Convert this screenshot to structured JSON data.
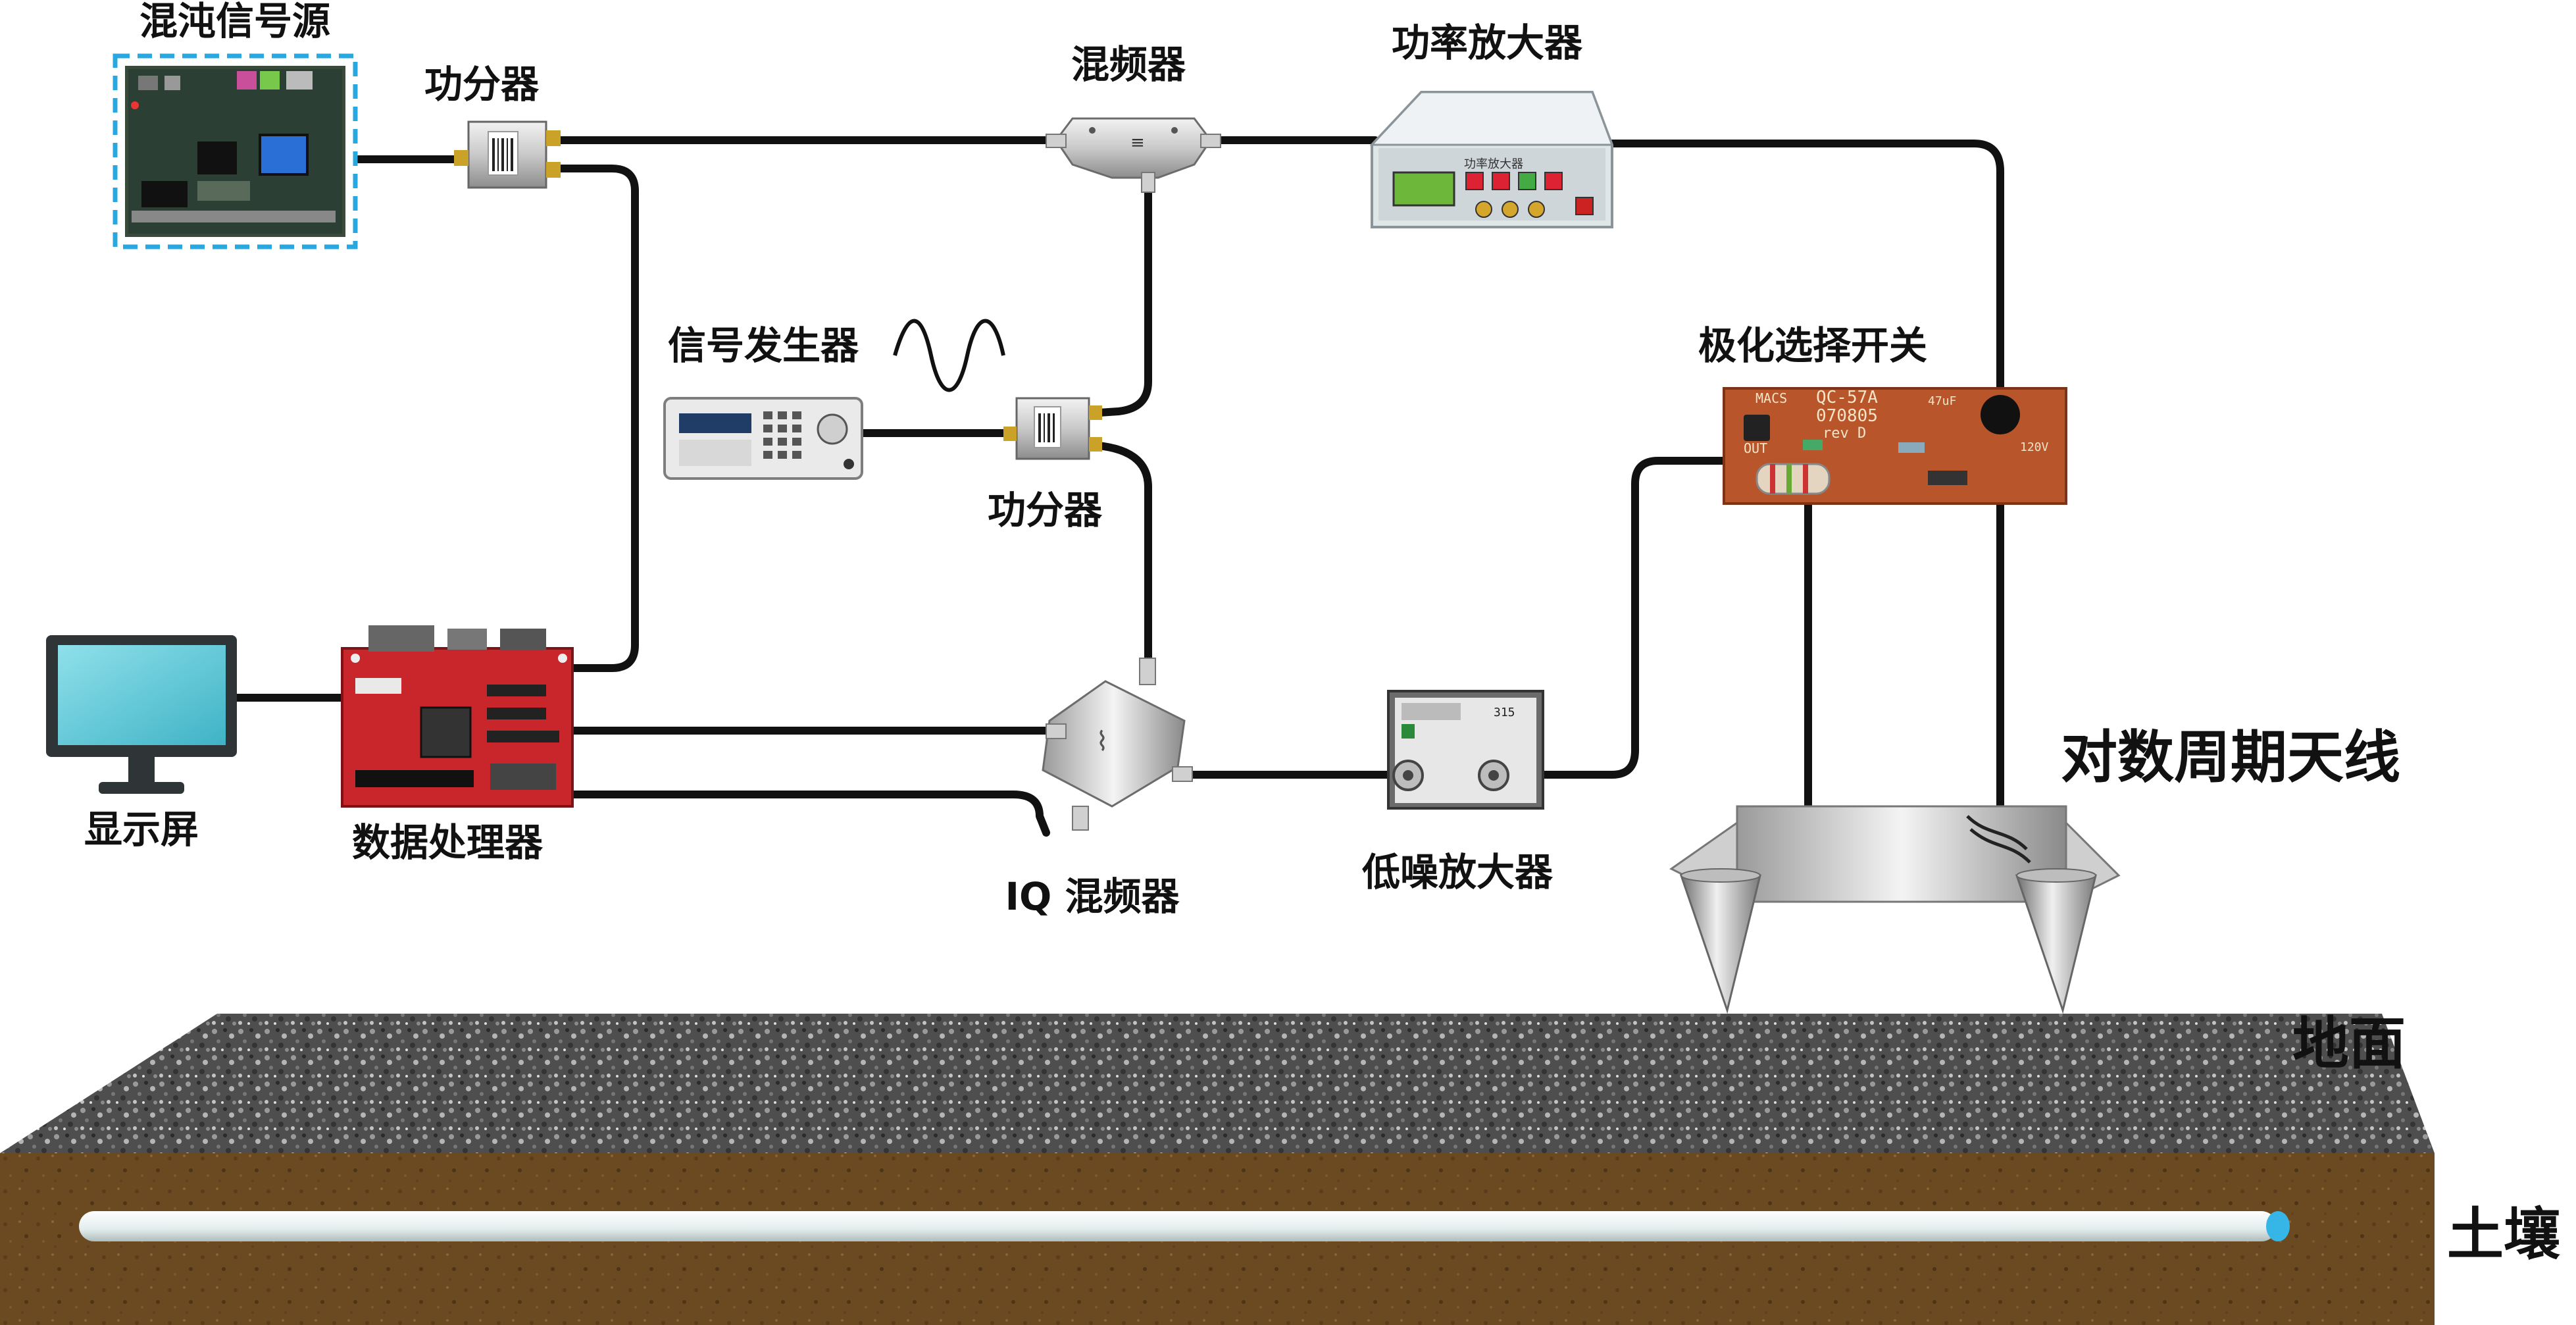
{
  "labels": {
    "chaos_source": "混沌信号源",
    "splitter_top": "功分器",
    "mixer": "混频器",
    "power_amp": "功率放大器",
    "signal_gen": "信号发生器",
    "splitter_mid": "功分器",
    "polar_switch": "极化选择开关",
    "antenna": "对数周期天线",
    "display": "显示屏",
    "processor": "数据处理器",
    "iq_mixer": "IQ 混频器",
    "lna": "低噪放大器",
    "ground": "地面",
    "soil": "土壤"
  },
  "device_text": {
    "board_model": "QC-57A",
    "board_code": "070805",
    "board_rev": "rev D",
    "board_out": "OUT",
    "board_cap": "47uF",
    "board_volt": "120V",
    "board_maker": "MACS",
    "power_amp_panel": "功率放大器",
    "lna_model": "315"
  },
  "icons": [
    "fpga-board-icon",
    "power-splitter-icon",
    "mixer-icon",
    "power-amplifier-icon",
    "signal-generator-icon",
    "sine-wave-icon",
    "polarization-switch-board-icon",
    "monitor-icon",
    "data-processor-board-icon",
    "iq-mixer-icon",
    "low-noise-amplifier-icon",
    "log-periodic-antenna-icon",
    "ground-surface",
    "buried-pipe"
  ],
  "colors": {
    "cable": "#111111",
    "chaos_border": "#29a8e0",
    "processor_red": "#c8262b",
    "switch_board": "#b8552a",
    "monitor_screen": "#5fc8d8",
    "soil": "#6b4a22",
    "gravel": "#6d6d6d",
    "pipe": "#eef2f2",
    "pipe_end": "#36b6e6"
  }
}
